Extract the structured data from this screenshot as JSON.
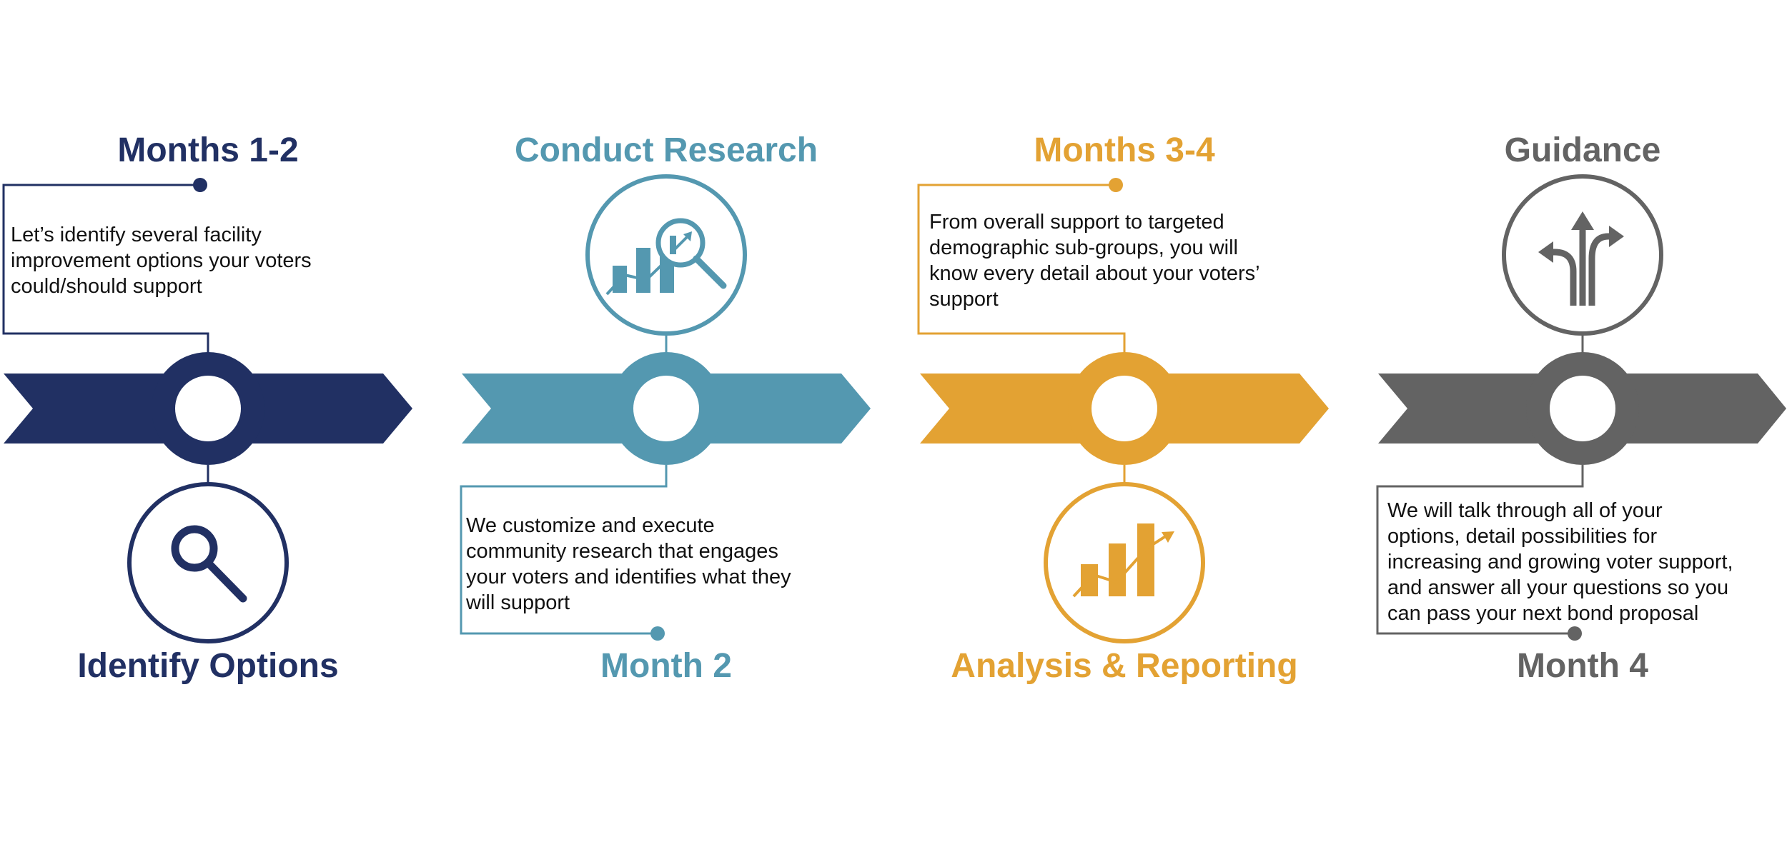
{
  "stages": [
    {
      "id": "identify-options",
      "top_label": "Months 1-2",
      "bottom_label": "Identify Options",
      "description": [
        "Let’s identify several facility",
        "improvement options your voters",
        "could/should support"
      ],
      "color": "#213063",
      "icon": "magnifier-icon"
    },
    {
      "id": "conduct-research",
      "top_label": "Conduct Research",
      "bottom_label": "Month 2",
      "description": [
        "We customize and execute",
        "community research that engages",
        "your voters and identifies what they",
        "will support"
      ],
      "color": "#5498b0",
      "icon": "research-chart-magnifier-icon"
    },
    {
      "id": "analysis-reporting",
      "top_label": "Months 3-4",
      "bottom_label": "Analysis & Reporting",
      "description": [
        "From overall support to targeted",
        "demographic sub-groups, you will",
        "know every detail about your voters’",
        "support"
      ],
      "color": "#e3a233",
      "icon": "bar-chart-growth-icon"
    },
    {
      "id": "guidance",
      "top_label": "Guidance",
      "bottom_label": "Month 4",
      "description": [
        "We will talk through all of your",
        "options, detail possibilities for",
        "increasing and growing voter support,",
        "and answer all your questions so you",
        "can pass your next bond proposal"
      ],
      "color": "#636363",
      "icon": "split-arrows-icon"
    }
  ]
}
